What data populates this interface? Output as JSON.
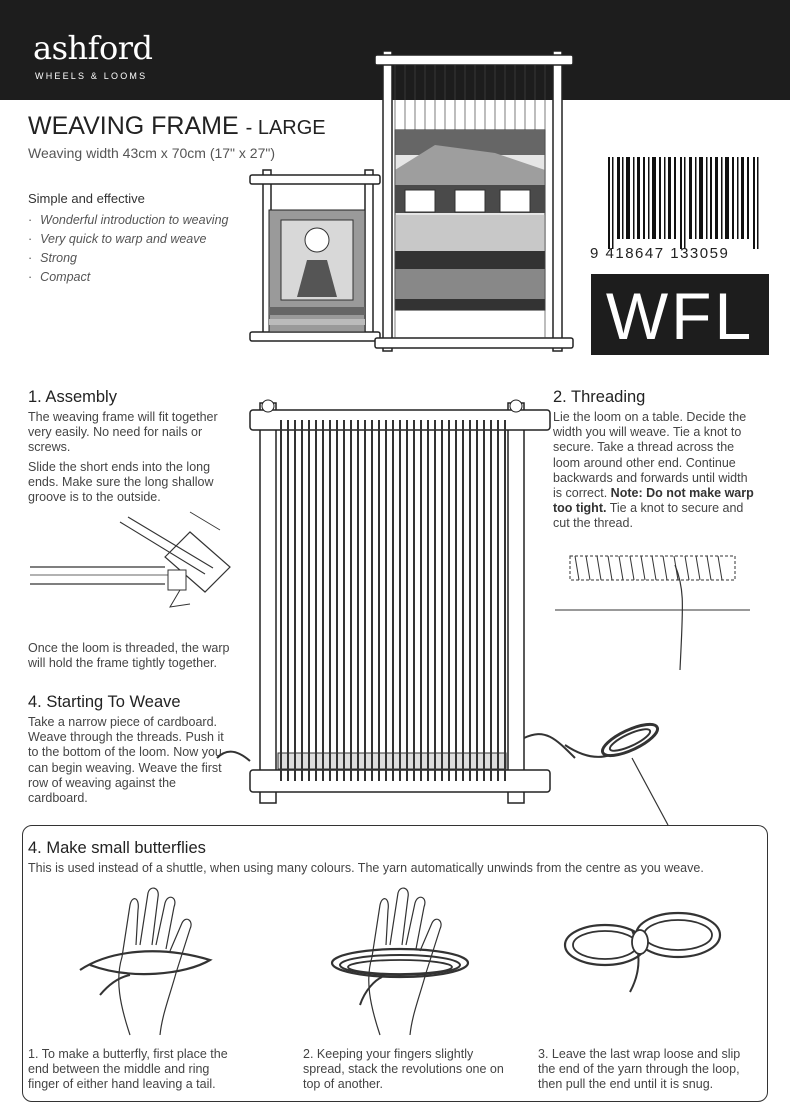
{
  "brand": {
    "name": "ashford",
    "tagline": "WHEELS & LOOMS"
  },
  "header": {
    "title": "WEAVING FRAME",
    "title_suffix": "- LARGE",
    "subtitle": "Weaving width 43cm x 70cm (17\" x 27\")"
  },
  "features": {
    "heading": "Simple and effective",
    "items": [
      "Wonderful introduction to weaving",
      "Very quick to warp and weave",
      "Strong",
      "Compact"
    ]
  },
  "product": {
    "barcode_number": "9 418647 133059",
    "code": "WFL"
  },
  "sections": {
    "assembly": {
      "heading": "1. Assembly",
      "para1": "The weaving frame will fit together very easily. No need for nails or screws.",
      "para2": "Slide the short ends into the long ends. Make sure the long shallow groove is to the outside.",
      "para3": "Once the loom is threaded, the warp will hold the frame tightly together."
    },
    "threading": {
      "heading": "2. Threading",
      "text": "Lie the loom on a table. Decide the width you will weave. Tie a knot to secure. Take a thread across the loom around other end. Continue backwards and forwards until width is correct.",
      "note_label": "Note: Do not make warp too tight.",
      "text_after": "Tie a knot to secure and cut the thread."
    },
    "starting": {
      "heading": "4. Starting To Weave",
      "text": "Take a narrow piece of cardboard. Weave through the threads. Push it to the bottom of the loom. Now you can begin weaving. Weave the first row of weaving against the cardboard."
    },
    "butterflies": {
      "heading": "4. Make small butterflies",
      "intro": "This is used instead of a shuttle, when using many colours. The yarn automatically unwinds from the centre as you weave.",
      "steps": [
        {
          "num": "1.",
          "text": "To make a butterfly, first place the end between the middle and ring finger of either hand leaving a tail."
        },
        {
          "num": "2.",
          "text": "Keeping your fingers slightly spread, stack the revolutions one on top of another."
        },
        {
          "num": "3.",
          "text": "Leave the last wrap loose and slip the end of the yarn through the loop, then pull the end until it is snug."
        }
      ]
    }
  }
}
